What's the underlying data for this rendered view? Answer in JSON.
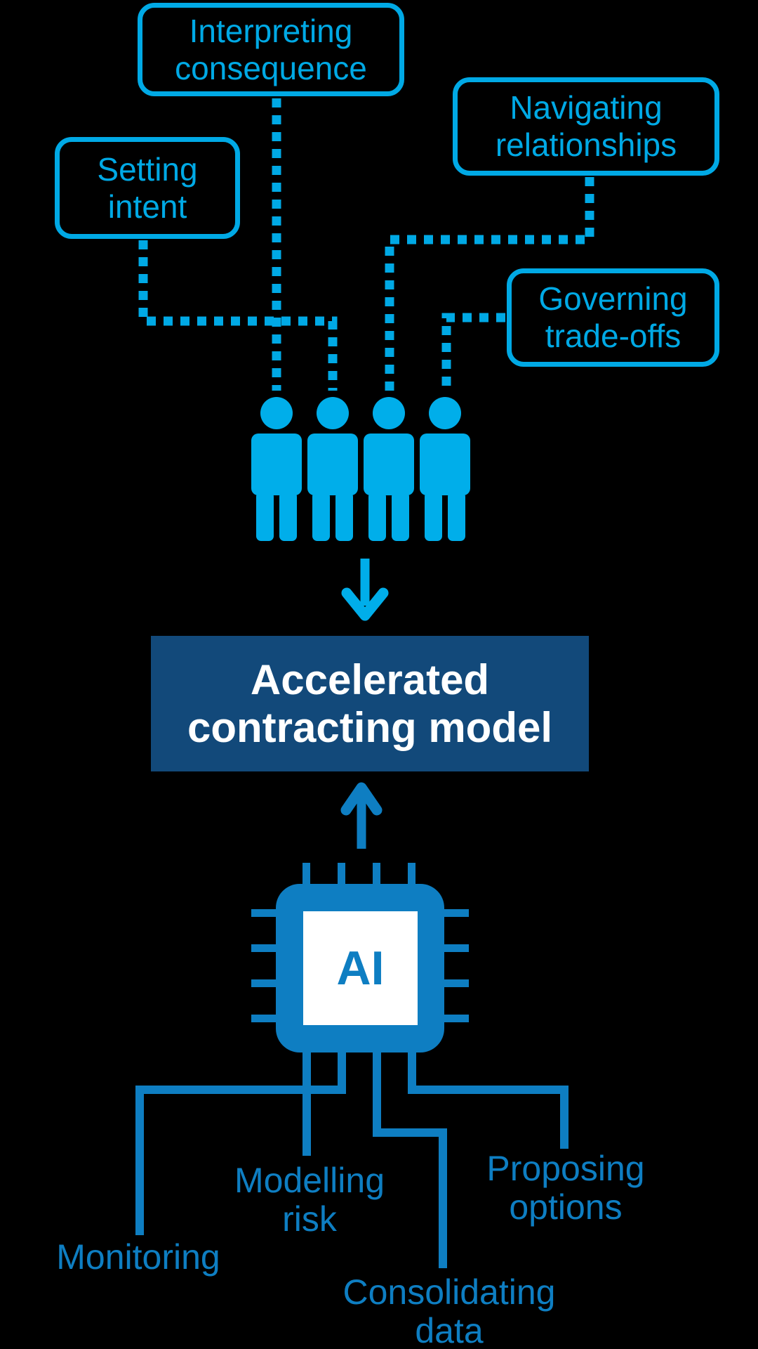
{
  "colors": {
    "background": "#000000",
    "cyan": "#00A9E5",
    "people_cyan": "#00AEEA",
    "dark_blue": "#0E7EC2",
    "navy": "#12497A",
    "white": "#FFFFFF"
  },
  "human_roles": [
    {
      "id": "interpreting-consequence",
      "lines": [
        "Interpreting",
        "consequence"
      ]
    },
    {
      "id": "setting-intent",
      "lines": [
        "Setting",
        "intent"
      ]
    },
    {
      "id": "navigating-relationships",
      "lines": [
        "Navigating",
        "relationships"
      ]
    },
    {
      "id": "governing-trade-offs",
      "lines": [
        "Governing",
        "trade-offs"
      ]
    }
  ],
  "center_box": {
    "lines": [
      "Accelerated",
      "contracting model"
    ]
  },
  "ai_chip": {
    "label": "AI"
  },
  "ai_capabilities": [
    {
      "id": "monitoring",
      "lines": [
        "Monitoring"
      ]
    },
    {
      "id": "modelling-risk",
      "lines": [
        "Modelling",
        "risk"
      ]
    },
    {
      "id": "consolidating-data",
      "lines": [
        "Consolidating",
        "data"
      ]
    },
    {
      "id": "proposing-options",
      "lines": [
        "Proposing",
        "options"
      ]
    }
  ],
  "icons": {
    "people_group": "four-person-team-icon",
    "ai_chip": "ai-processor-chip-icon",
    "down_arrow": "arrow-down-icon",
    "up_arrow": "arrow-up-icon"
  }
}
